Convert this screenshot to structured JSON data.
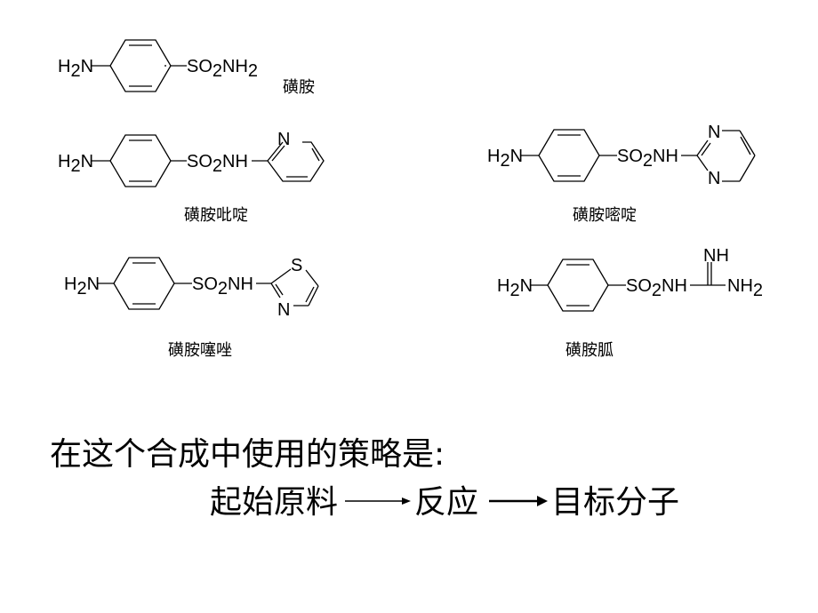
{
  "compounds": [
    {
      "caption": "磺胺",
      "amine": "H2N",
      "sulfonyl": "SO2NH2"
    },
    {
      "caption": "磺胺吡啶",
      "amine": "H2N",
      "sulfonyl": "SO2NH",
      "ring_atoms": [
        "N"
      ]
    },
    {
      "caption": "磺胺嘧啶",
      "amine": "H2N",
      "sulfonyl": "SO2NH",
      "ring_atoms": [
        "N",
        "N"
      ]
    },
    {
      "caption": "磺胺噻唑",
      "amine": "H2N",
      "sulfonyl": "SO2NH",
      "ring_atoms": [
        "S",
        "N"
      ]
    },
    {
      "caption": "磺胺胍",
      "amine": "H2N",
      "sulfonyl": "SO2NH",
      "guanidine": [
        "NH",
        "NH2"
      ]
    }
  ],
  "strategy": {
    "heading": "在这个合成中使用的策略是:",
    "start": "起始原料",
    "reaction": "反应",
    "target": "目标分子"
  }
}
